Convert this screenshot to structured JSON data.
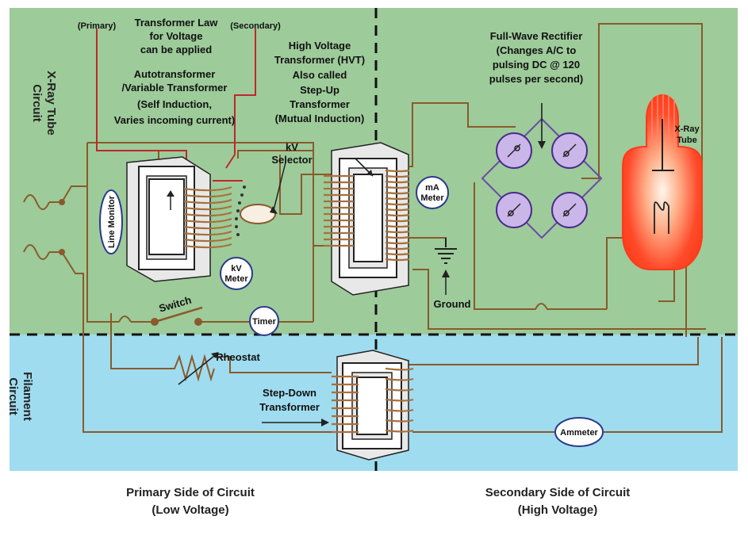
{
  "colors": {
    "upper_panel": "#9dcb9a",
    "lower_panel": "#9fdcef",
    "wire": "#8a5a2b",
    "red_wire": "#c0272d",
    "meter_ring": "#2b3a8c",
    "diode_fill": "#cbb6ea",
    "tube_glow": "#ff4a2a"
  },
  "sections": {
    "upper_line1": "X-Ray Tube",
    "upper_line2": "Circuit",
    "lower_line1": "Filament",
    "lower_line2": "Circuit"
  },
  "labels": {
    "primary": "(Primary)",
    "secondary": "(Secondary)",
    "law_1": "Transformer Law",
    "law_2": "for Voltage",
    "law_3": "can be applied",
    "auto_1": "Autotransformer",
    "auto_2": "/Variable Transformer",
    "auto_3": "(Self Induction,",
    "auto_4": "Varies incoming current)",
    "kv_sel_1": "kV",
    "kv_sel_2": "Selector",
    "hvt_1": "High Voltage",
    "hvt_2": "Transformer (HVT)",
    "hvt_3": "Also called",
    "hvt_4": "Step-Up",
    "hvt_5": "Transformer",
    "hvt_6": "(Mutual Induction)",
    "rect_1": "Full-Wave Rectifier",
    "rect_2": "(Changes A/C to",
    "rect_3": "pulsing DC @ 120",
    "rect_4": "pulses per second)",
    "tube_1": "X-Ray",
    "tube_2": "Tube",
    "ground": "Ground",
    "switch": "Switch",
    "rheostat": "Rheostat",
    "stepdown_1": "Step-Down",
    "stepdown_2": "Transformer"
  },
  "meters": {
    "line_monitor": "Line Monitor",
    "kv_1": "kV",
    "kv_2": "Meter",
    "ma_1": "mA",
    "ma_2": "Meter",
    "timer": "Timer",
    "ammeter": "Ammeter"
  },
  "footer": {
    "primary_1": "Primary Side of Circuit",
    "primary_2": "(Low Voltage)",
    "secondary_1": "Secondary Side of Circuit",
    "secondary_2": "(High Voltage)"
  }
}
